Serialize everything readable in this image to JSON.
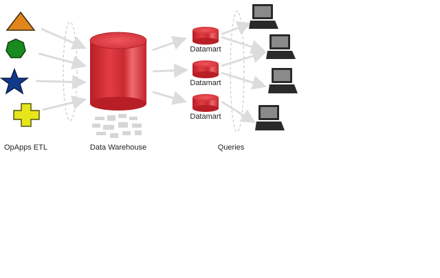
{
  "stages": {
    "sources_label": "OpApps ETL",
    "warehouse_label": "Data Warehouse",
    "queries_label": "Queries"
  },
  "datamarts": [
    {
      "label": "Datamart"
    },
    {
      "label": "Datamart"
    },
    {
      "label": "Datamart"
    }
  ],
  "sources": [
    {
      "shape": "triangle-icon",
      "color": "#e0861c"
    },
    {
      "shape": "heptagon-icon",
      "color": "#188a1e"
    },
    {
      "shape": "star-icon",
      "color": "#123a8a"
    },
    {
      "shape": "cross-icon",
      "color": "#e6e61a"
    }
  ],
  "colors": {
    "warehouse_red": "#d9333a",
    "arrow_gray": "#dcdcdc",
    "laptop": "#2a2a2a"
  }
}
